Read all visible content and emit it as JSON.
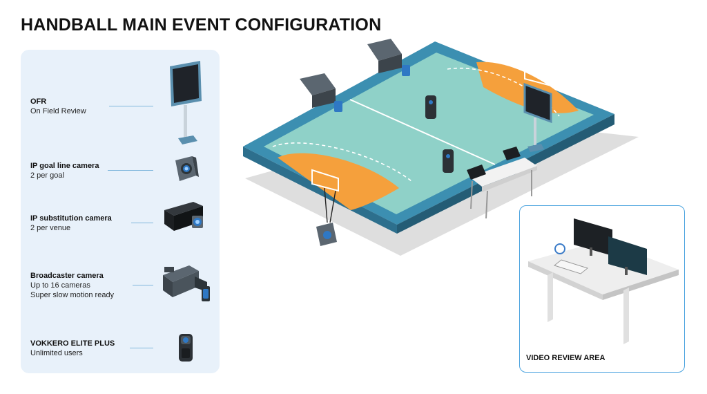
{
  "title": "HANDBALL MAIN EVENT CONFIGURATION",
  "legend": [
    {
      "id": "ofr",
      "name": "OFR",
      "desc": [
        "On Field Review"
      ],
      "icon": "monitor-stand-icon"
    },
    {
      "id": "goal-line",
      "name": "IP goal line camera",
      "desc": [
        "2 per goal"
      ],
      "icon": "goal-line-camera-icon"
    },
    {
      "id": "substitution",
      "name": "IP substitution camera",
      "desc": [
        "2 per venue"
      ],
      "icon": "substitution-camera-icon"
    },
    {
      "id": "broadcaster",
      "name": "Broadcaster camera",
      "desc": [
        "Up to 16 cameras",
        "Super slow motion ready"
      ],
      "icon": "broadcast-camera-icon"
    },
    {
      "id": "vokkero",
      "name": "VOKKERO ELITE PLUS",
      "desc": [
        "Unlimited users"
      ],
      "icon": "vokkero-device-icon"
    }
  ],
  "review_area": {
    "label": "VIDEO REVIEW AREA"
  },
  "colors": {
    "court_border": "#3c8fb1",
    "court": "#8fd1c8",
    "goal_area": "#f5a03c",
    "panel": "#e8f1fa",
    "accent": "#4aa3df"
  }
}
